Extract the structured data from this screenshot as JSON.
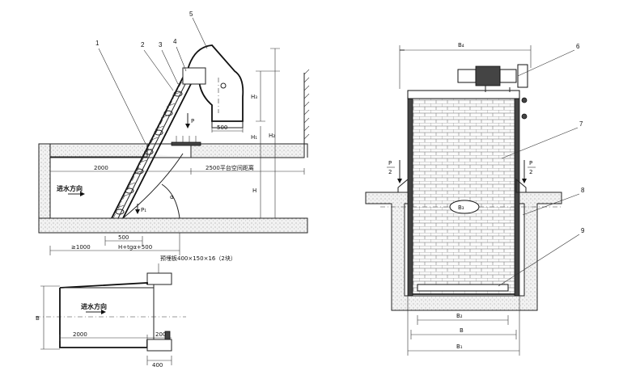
{
  "callouts": {
    "c1": "1",
    "c2": "2",
    "c3": "3",
    "c4": "4",
    "c5": "5",
    "c6": "6",
    "c7": "7",
    "c8": "8",
    "c9": "9"
  },
  "side_view": {
    "flow_direction": "进水方向",
    "dim_2000": "2000",
    "platform_space": "2500平台空间距离",
    "dim_500_top": "500",
    "dim_500_bottom": "500",
    "dim_ge1000": "≥1000",
    "formula": "H+tgα+500",
    "H": "H",
    "H1": "H₁",
    "H2": "H₂",
    "H3": "H₃",
    "alpha": "α",
    "P1": "P₁",
    "P": "P"
  },
  "plan_view": {
    "embed_plate": "预埋板400×150×16（2块）",
    "flow_direction": "进水方向",
    "dim_2000": "2000",
    "dim_200": "200",
    "dim_400": "400",
    "B": "B"
  },
  "front_view": {
    "B4": "B₄",
    "B3": "B₃",
    "B2": "B₂",
    "B": "B",
    "B1": "B₁",
    "P_half_left_num": "P",
    "P_half_left_den": "2",
    "P_half_right_num": "P",
    "P_half_right_den": "2"
  }
}
